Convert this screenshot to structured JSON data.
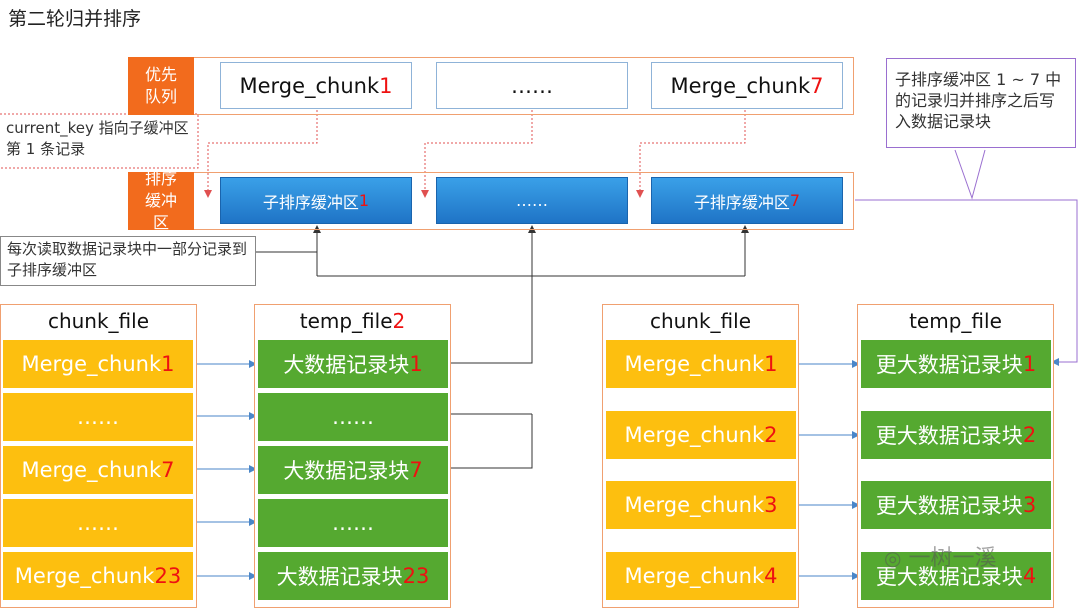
{
  "title": "第二轮归并排序",
  "pq": {
    "tag": "优先队列",
    "boxes": [
      {
        "text": "Merge_chunk ",
        "num": "1"
      },
      {
        "text": "……",
        "num": ""
      },
      {
        "text": "Merge_chunk ",
        "num": "7"
      }
    ]
  },
  "notes": {
    "current_key": "current_key 指向子缓冲区第 1 条记录",
    "read": "每次读取数据记录块中一部分记录到子排序缓冲区",
    "merge": "子排序缓冲区 1 ~ 7 中的记录归并排序之后写入数据记录块"
  },
  "buf": {
    "tag": "排序缓冲区",
    "boxes": [
      {
        "text": "子排序缓冲区 ",
        "num": "1"
      },
      {
        "text": "……",
        "num": ""
      },
      {
        "text": "子排序缓冲区 ",
        "num": "7"
      }
    ]
  },
  "left": {
    "chunk_title": "chunk_file",
    "temp_title": "temp_file",
    "temp_title_num": "2",
    "chunks": [
      {
        "text": "Merge_chunk ",
        "num": "1"
      },
      {
        "text": "……",
        "num": ""
      },
      {
        "text": "Merge_chunk ",
        "num": "7"
      },
      {
        "text": "……",
        "num": ""
      },
      {
        "text": "Merge_chunk ",
        "num": "23"
      }
    ],
    "temps": [
      {
        "text": "大数据记录块 ",
        "num": "1"
      },
      {
        "text": "……",
        "num": ""
      },
      {
        "text": "大数据记录块 ",
        "num": "7"
      },
      {
        "text": "……",
        "num": ""
      },
      {
        "text": "大数据记录块 ",
        "num": "23"
      }
    ]
  },
  "right": {
    "chunk_title": "chunk_file",
    "temp_title": "temp_file",
    "chunks": [
      {
        "text": "Merge_chunk ",
        "num": "1"
      },
      {
        "text": "Merge_chunk ",
        "num": "2"
      },
      {
        "text": "Merge_chunk ",
        "num": "3"
      },
      {
        "text": "Merge_chunk ",
        "num": "4"
      }
    ],
    "temps": [
      {
        "text": "更大数据记录块 ",
        "num": "1"
      },
      {
        "text": "更大数据记录块 ",
        "num": "2"
      },
      {
        "text": "更大数据记录块 ",
        "num": "3"
      },
      {
        "text": "更大数据记录块 ",
        "num": "4"
      }
    ]
  },
  "watermark": "一树一溪",
  "colors": {
    "orange": "#f26b1d",
    "blue": "#2a8ad8",
    "yellow": "#fdbf0f",
    "green": "#55a930",
    "red": "#ee1111",
    "purple": "#9a6fd0"
  }
}
